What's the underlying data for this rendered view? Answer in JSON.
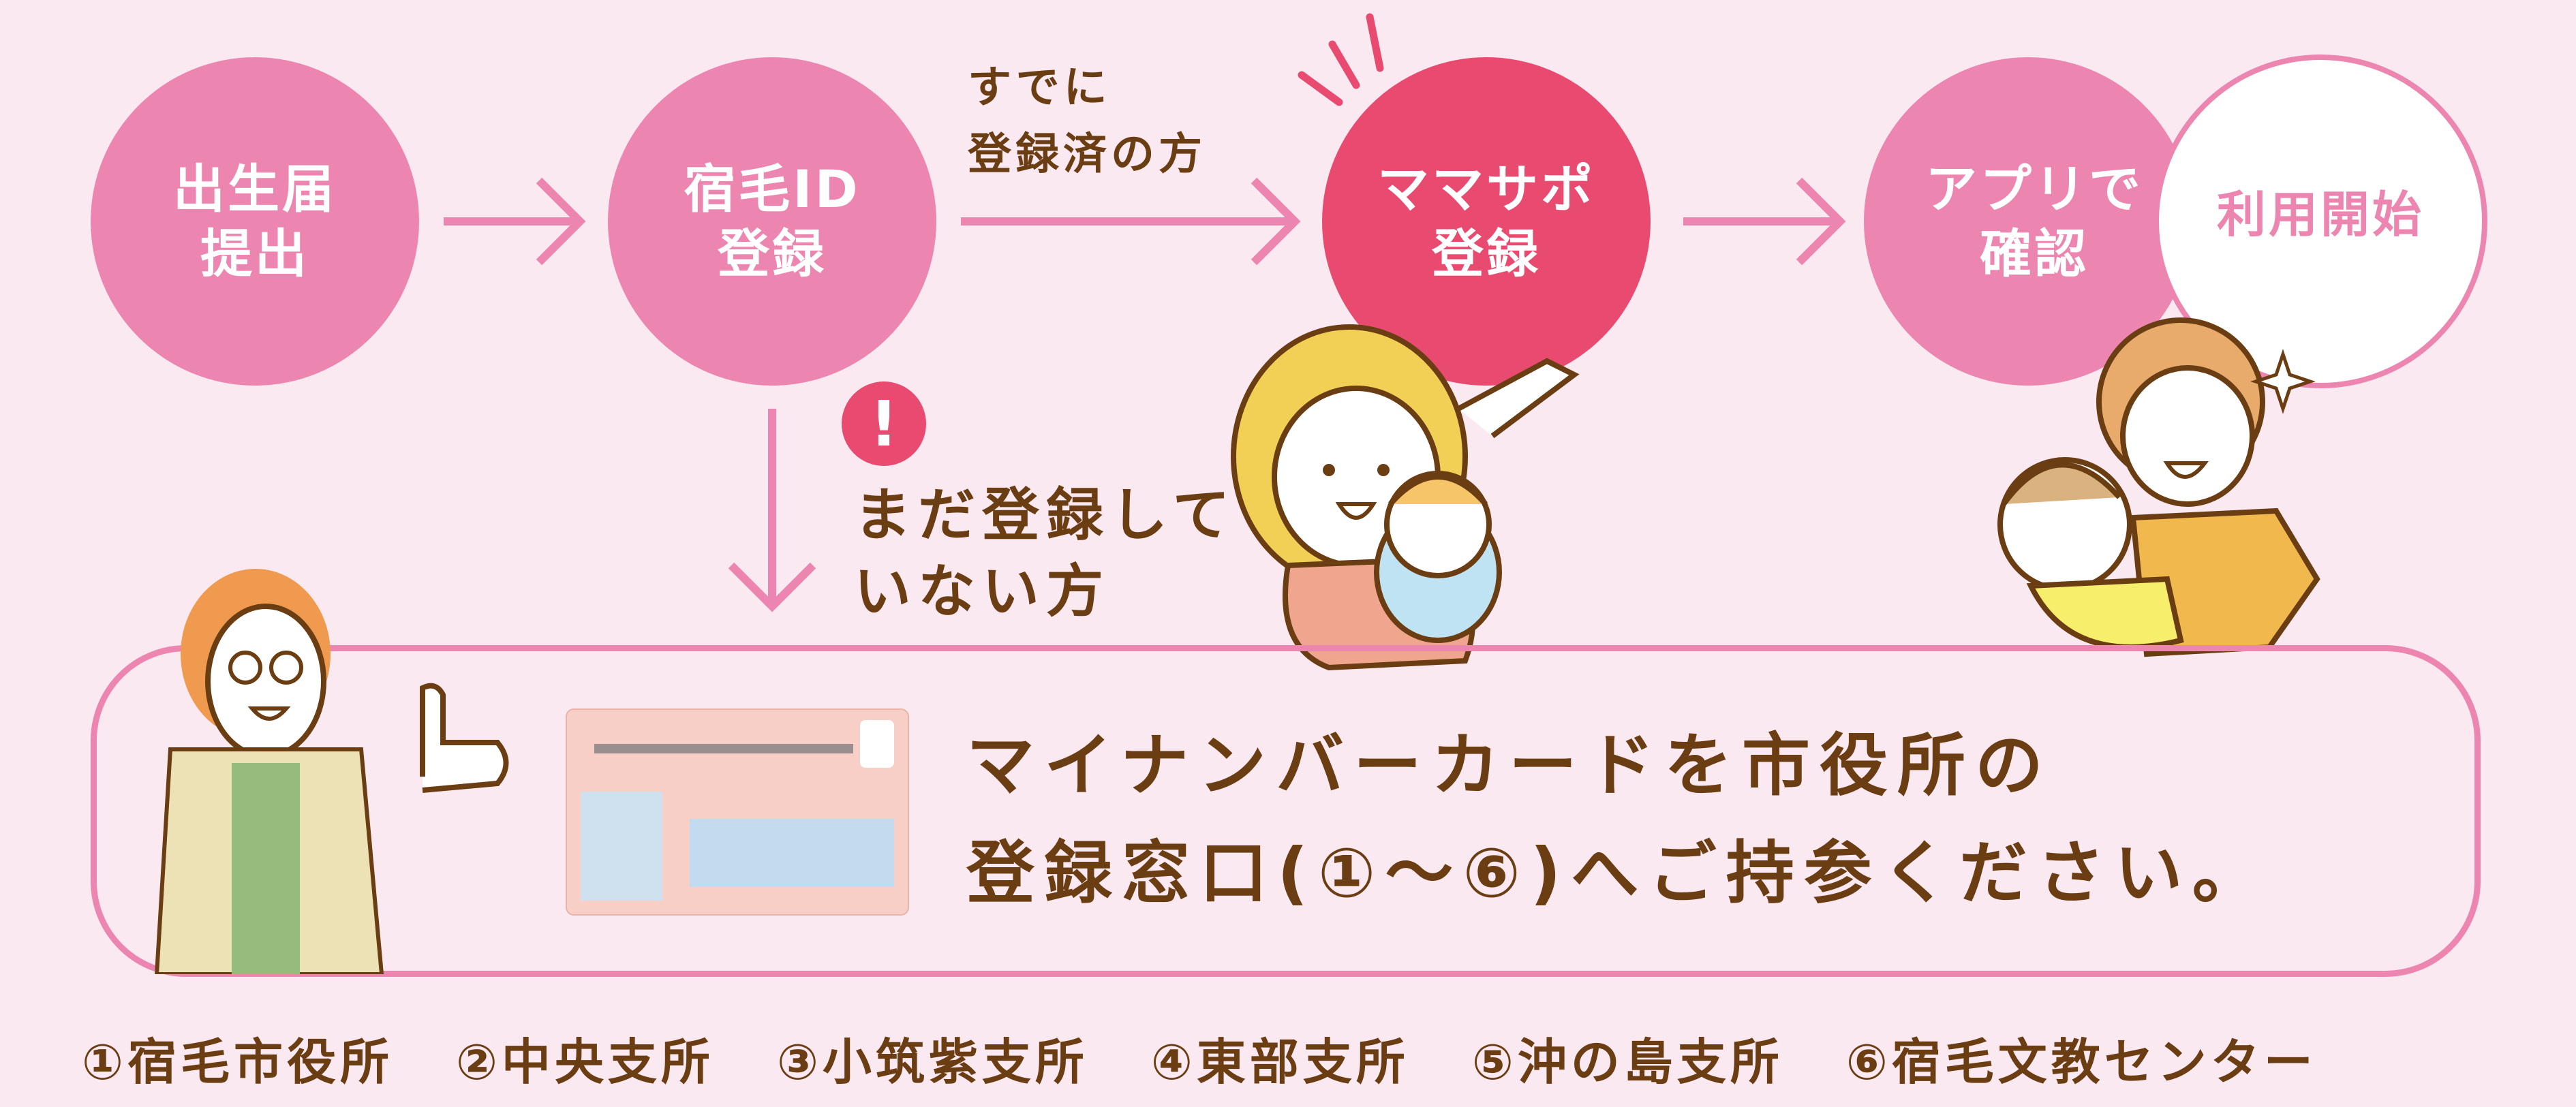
{
  "flow": {
    "steps": [
      {
        "label_line1": "出生届",
        "label_line2": "提出"
      },
      {
        "label_line1": "宿毛ID",
        "label_line2": "登録"
      },
      {
        "label_line1": "ママサポ",
        "label_line2": "登録"
      },
      {
        "label_line1": "アプリで",
        "label_line2": "確認"
      },
      {
        "label_line1": "利用開始"
      }
    ],
    "branch_registered": {
      "line1": "すでに",
      "line2": "登録済の方"
    },
    "branch_unregistered": {
      "line1": "まだ登録して",
      "line2": "いない方"
    },
    "alert_icon_glyph": "!"
  },
  "notice": {
    "line1": "マイナンバーカードを市役所の",
    "line2": "登録窓口(①〜⑥)へご持参ください。"
  },
  "locations": [
    "①宿毛市役所",
    "②中央支所",
    "③小筑紫支所",
    "④東部支所",
    "⑤沖の島支所",
    "⑥宿毛文教センター"
  ],
  "colors": {
    "background": "#fbe9f2",
    "step_pink": "#ec86b1",
    "step_highlight": "#e84b6f",
    "text_brown": "#6b3d13"
  }
}
